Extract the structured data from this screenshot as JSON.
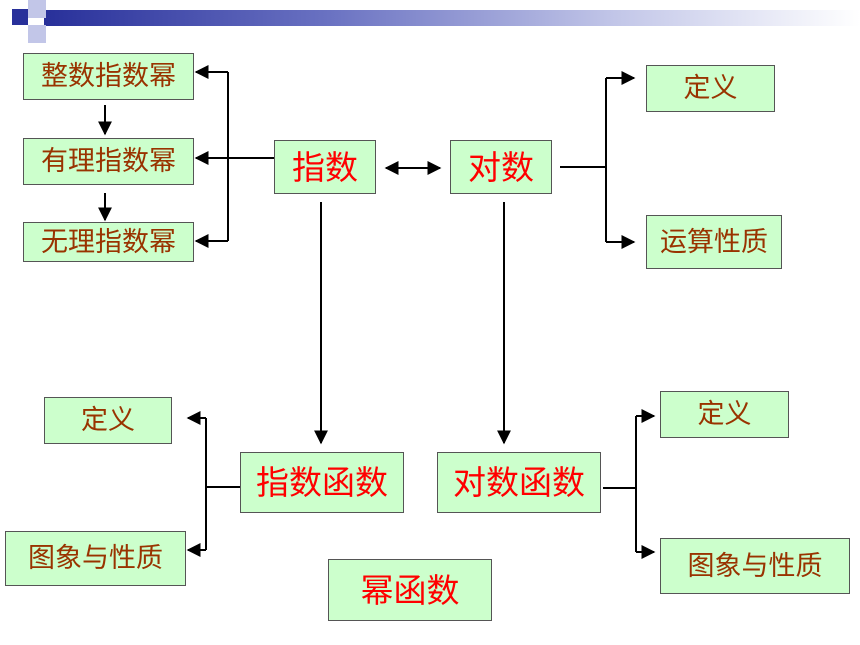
{
  "colors": {
    "box_fill": "#ccffcc",
    "primary_text": "#ff0000",
    "secondary_text": "#993300",
    "connector": "#000000"
  },
  "nodes": {
    "integer_power": "整数指数幂",
    "rational_power": "有理指数幂",
    "irrational_power": "无理指数幂",
    "exponent": "指数",
    "logarithm": "对数",
    "log_definition": "定义",
    "log_operation_properties": "运算性质",
    "exp_func_definition": "定义",
    "exp_func_graph_properties": "图象与性质",
    "exponential_function": "指数函数",
    "logarithmic_function": "对数函数",
    "log_func_definition": "定义",
    "log_func_graph_properties": "图象与性质",
    "power_function": "幂函数"
  }
}
